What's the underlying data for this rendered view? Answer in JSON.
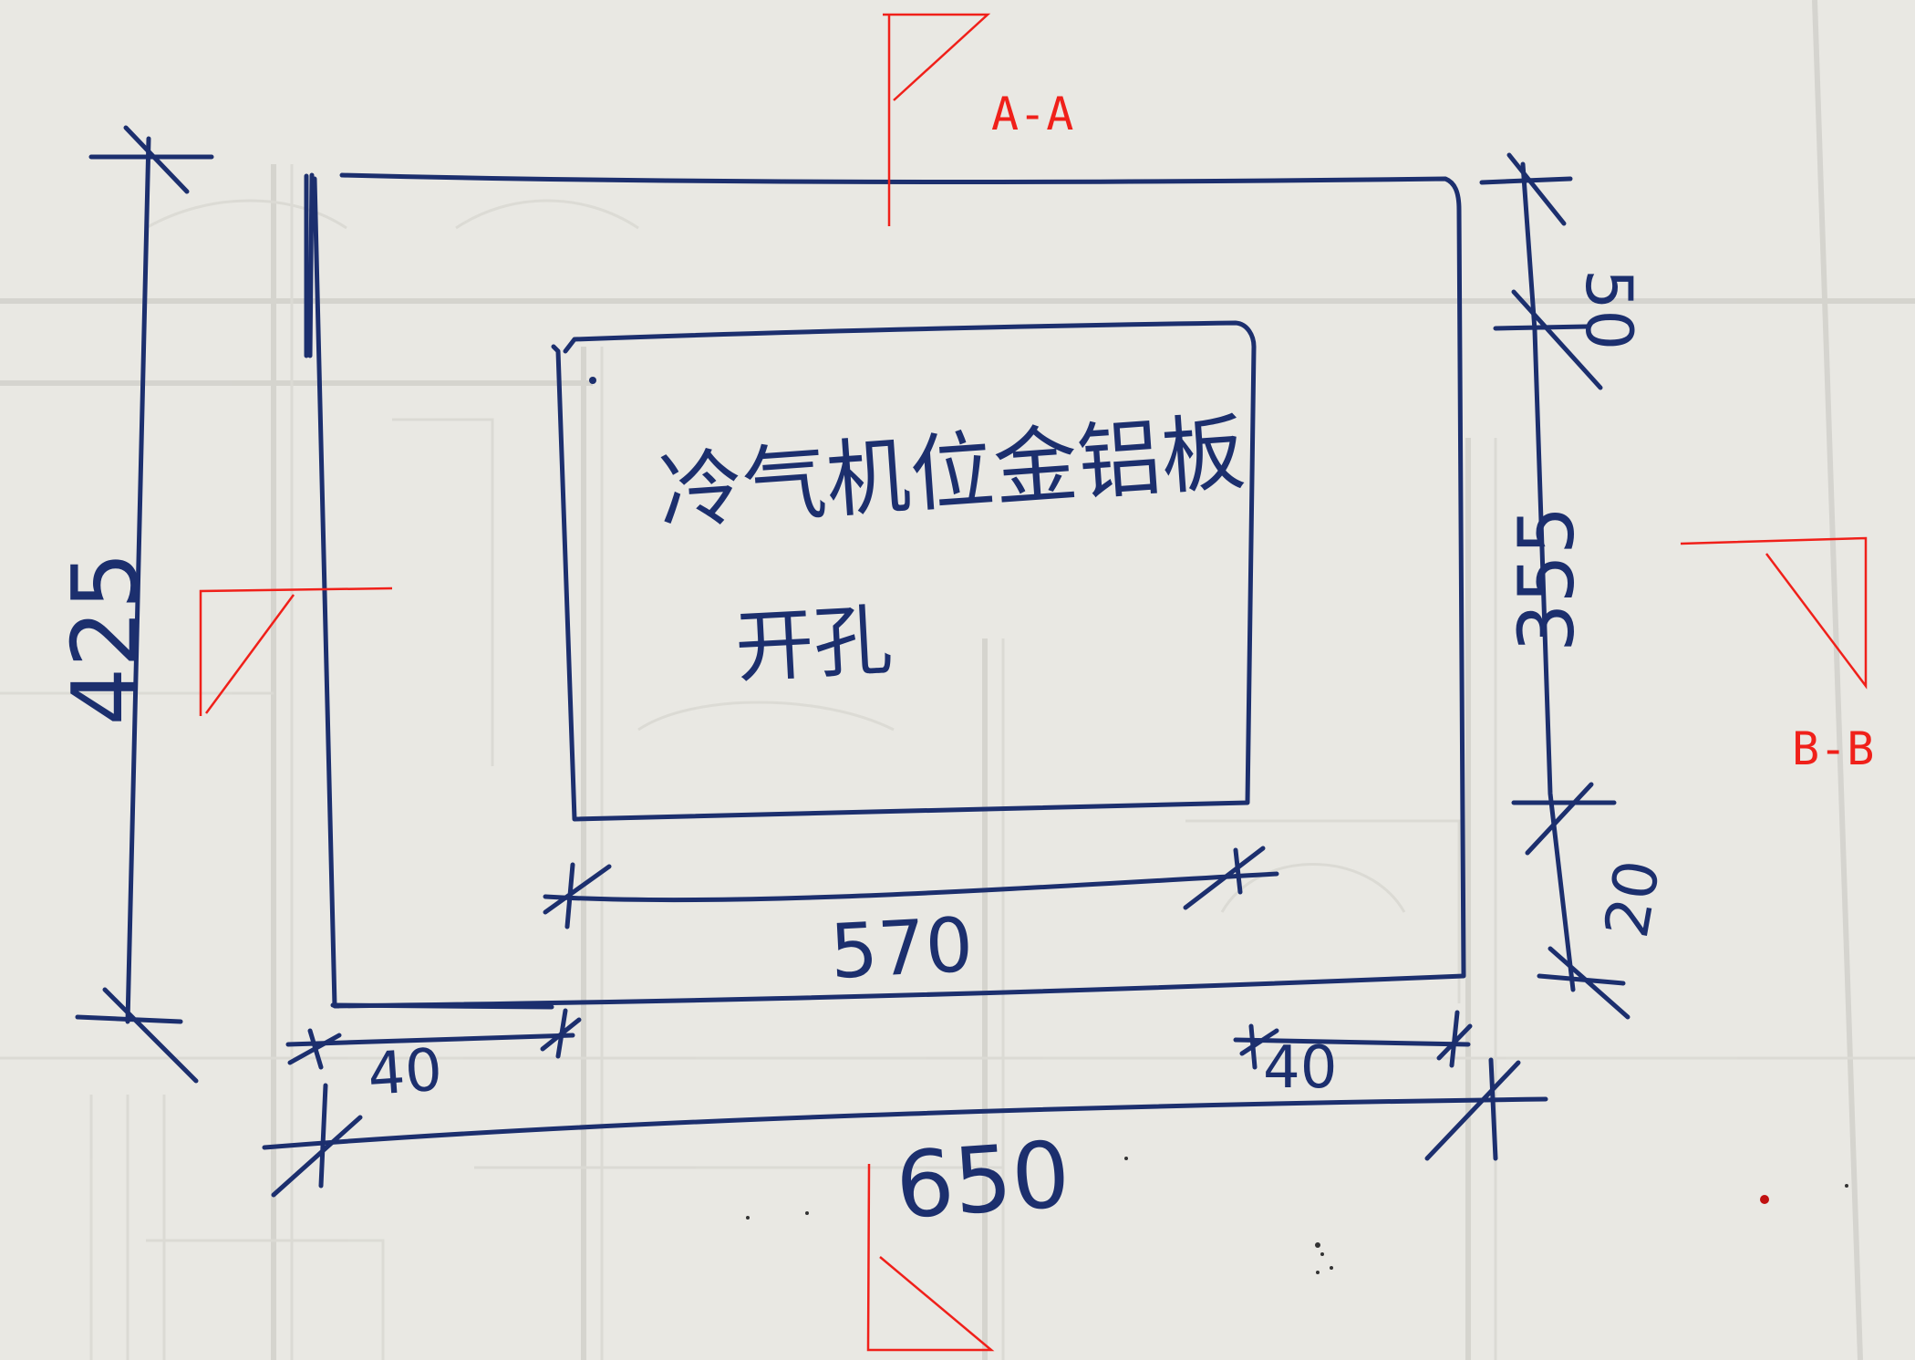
{
  "plate_title": "冷气机位金铝板",
  "plate_subtitle": "开孔",
  "section_a": "A-A",
  "section_b": "B-B",
  "dim_height_total": "425",
  "dim_width_total": "650",
  "dim_opening_width": "570",
  "dim_left_margin": "40",
  "dim_right_margin": "40",
  "dim_top_margin": "50",
  "dim_opening_height": "355",
  "dim_bottom_margin": "20",
  "colors": {
    "ink": "#1c2f6e",
    "section_mark": "#f0201a",
    "paper": "#e9e8e3"
  }
}
